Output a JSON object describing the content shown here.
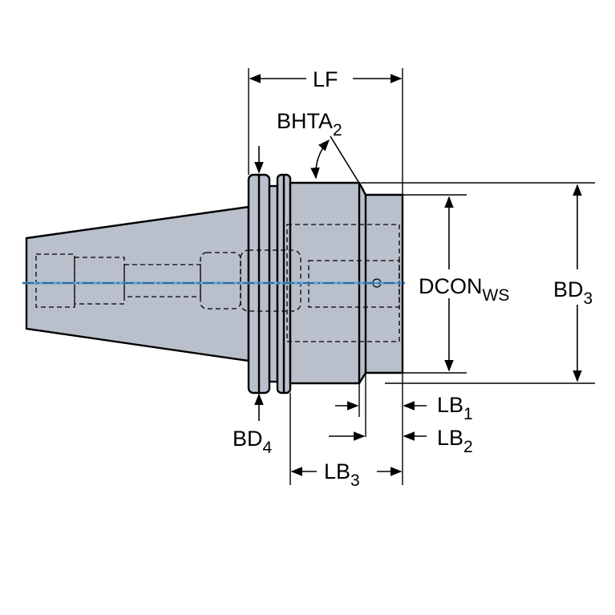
{
  "colors": {
    "body": "#b9bfcb",
    "body_dark": "#a4abb8",
    "centerline": "#5aa9e6",
    "line": "#000000",
    "background": "#ffffff"
  },
  "labels": {
    "lf": {
      "main": "LF",
      "sub": ""
    },
    "bhta": {
      "main": "BHTA",
      "sub": "2"
    },
    "dcon": {
      "main": "DCON",
      "sub": "WS"
    },
    "bd3": {
      "main": "BD",
      "sub": "3"
    },
    "bd4": {
      "main": "BD",
      "sub": "4"
    },
    "lb1": {
      "main": "LB",
      "sub": "1"
    },
    "lb2": {
      "main": "LB",
      "sub": "2"
    },
    "lb3": {
      "main": "LB",
      "sub": "3"
    }
  }
}
